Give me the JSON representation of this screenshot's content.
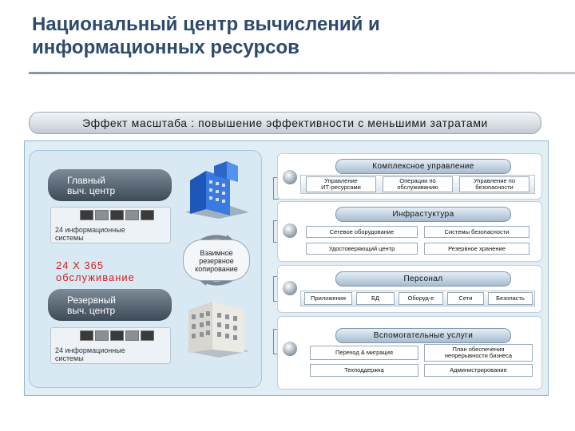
{
  "title": {
    "line1": "Национальный центр вычислений и",
    "line2": "информационных ресурсов"
  },
  "banner": "Эффект масштаба : повышение эффективности с меньшими затратами",
  "left": {
    "main_center": {
      "line1": "Главный",
      "line2": "выч. центр"
    },
    "main_systems": {
      "line1": "24 информационные",
      "line2": "системы"
    },
    "availability": {
      "line1": "24 X 365",
      "line2": "обслуживание"
    },
    "backup_bubble": {
      "line1": "Взаимное",
      "line2": "резервное",
      "line3": "копирование"
    },
    "reserve_center": {
      "line1": "Резервный",
      "line2": "выч. центр"
    },
    "reserve_systems": {
      "line1": "24 информационные",
      "line2": "системы"
    }
  },
  "sections": [
    {
      "header": "Комплексное управление",
      "items": [
        {
          "line1": "Управление",
          "line2": "ИТ-ресурсами"
        },
        {
          "line1": "Операции по",
          "line2": "обслуживанию"
        },
        {
          "line1": "Управление по",
          "line2": "безопасности"
        }
      ]
    },
    {
      "header": "Инфрастуктура",
      "items": [
        "Сетевое оборудование",
        "Системы безопасности",
        "Удостоверяющий центр",
        "Резервное хранение"
      ]
    },
    {
      "header": "Персонал",
      "items": [
        "Приложения",
        "БД",
        "Оборуд-е",
        "Сети",
        "Безопасть"
      ]
    },
    {
      "header": "Вспомогательные услуги",
      "items": [
        {
          "line1": "Переход & миграция",
          "line2": ""
        },
        {
          "line1": "План обеспечения",
          "line2": "непрерывности бизнеса"
        },
        {
          "line1": "Техподдержка",
          "line2": ""
        },
        {
          "line1": "Администрирование",
          "line2": ""
        }
      ]
    }
  ],
  "colors": {
    "title": "#2e4a6c",
    "accent_red": "#d02020",
    "panel_blue": "#bfd7e8"
  },
  "icons": [
    "server-rack-icon",
    "office-building-icon",
    "cycle-arrows-icon",
    "bullet-dot-icon"
  ]
}
